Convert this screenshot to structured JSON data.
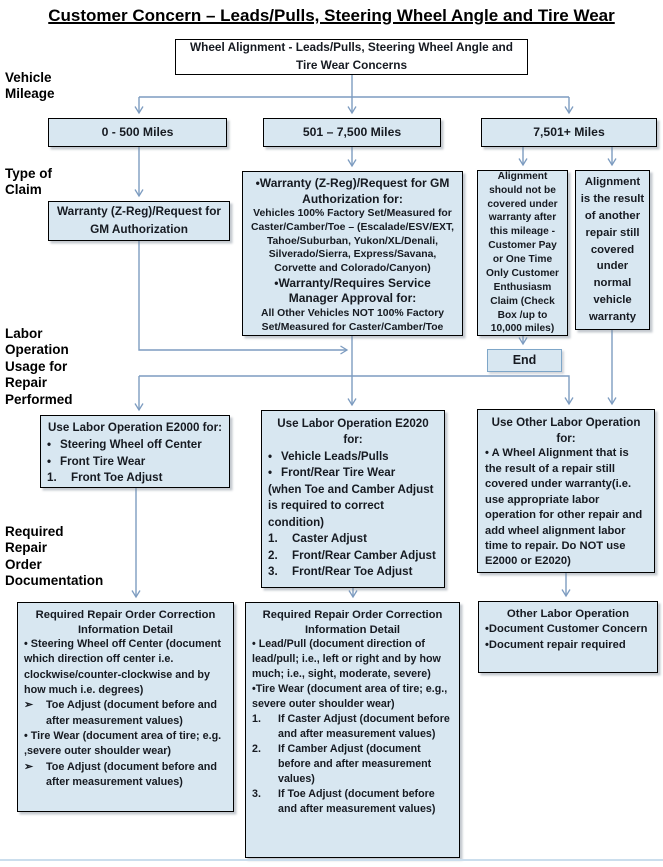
{
  "title": "Customer Concern – Leads/Pulls, Steering Wheel Angle and Tire Wear",
  "colors": {
    "box_fill": "#d8e7f1",
    "connector_line": "#7d9cc0",
    "box_border": "#000000",
    "end_box_border": "#7ea6c8",
    "text": "#161a21"
  },
  "side_labels": {
    "vehicle_mileage": "Vehicle\nMileage",
    "type_of_claim": "Type of\nClaim",
    "labor_operation": "Labor\nOperation\nUsage for\nRepair\nPerformed",
    "required_repair": "Required\nRepair\nOrder\nDocumentation"
  },
  "boxes": {
    "root": "Wheel Alignment - Leads/Pulls, Steering Wheel Angle and Tire Wear Concerns",
    "mileage": [
      "0 - 500 Miles",
      "501 – 7,500 Miles",
      "7,501+ Miles"
    ],
    "claim_left": "Warranty (Z-Reg)/Request for GM Authorization",
    "claim_mid": {
      "h1": "•Warranty (Z-Reg)/Request for GM Authorization for:",
      "p1": "Vehicles 100% Factory Set/Measured for Caster/Camber/Toe – (Escalade/ESV/EXT, Tahoe/Suburban, Yukon/XL/Denali, Silverado/Sierra, Express/Savana, Corvette and Colorado/Canyon)",
      "h2": "•Warranty/Requires Service Manager Approval for:",
      "p2": "All Other Vehicles NOT 100% Factory Set/Measured for Caster/Camber/Toe"
    },
    "claim_right_a": "Alignment should not be covered under warranty after this mileage - Customer Pay or One Time Only Customer Enthusiasm Claim (Check Box /up to 10,000 miles)",
    "claim_right_b": "Alignment is the result of another repair still covered under normal vehicle warranty",
    "end": "End",
    "e2000": {
      "heading": "Use Labor Operation E2000 for:",
      "b1": {
        "m": "•",
        "t": "Steering Wheel off Center"
      },
      "b2": {
        "m": "•",
        "t": "Front Tire Wear"
      },
      "n1": {
        "m": "1.",
        "t": "Front Toe Adjust"
      }
    },
    "e2020": {
      "heading": "Use Labor Operation E2020 for:",
      "b1": {
        "m": "•",
        "t": "Vehicle Leads/Pulls"
      },
      "b2": {
        "m": "•",
        "t": "Front/Rear Tire Wear"
      },
      "p1": "(when Toe and Camber Adjust is required to correct condition)",
      "n1": {
        "m": "1.",
        "t": "Caster Adjust"
      },
      "n2": {
        "m": "2.",
        "t": "Front/Rear Camber Adjust"
      },
      "n3": {
        "m": "3.",
        "t": "Front/Rear Toe Adjust"
      }
    },
    "other_labor": {
      "heading": "Use Other Labor Operation for:",
      "p1": "• A Wheel Alignment that is the result of a repair still covered under warranty(i.e. use appropriate labor operation for other repair and add wheel alignment labor time to repair. Do NOT use E2000 or E2020)"
    },
    "doc_left": {
      "heading": "Required Repair Order Correction Information Detail",
      "p1": "•  Steering Wheel off Center (document which direction off center i.e. clockwise/counter-clockwise and by how much i.e. degrees)",
      "a1": {
        "m": "➢",
        "t": "Toe Adjust (document before and after measurement values)"
      },
      "p2": "• Tire Wear (document area of tire; e.g. ,severe outer shoulder wear)",
      "a2": {
        "m": "➢",
        "t": "Toe Adjust (document before and after measurement values)"
      }
    },
    "doc_mid": {
      "heading": "Required Repair Order Correction Information Detail",
      "p1": "• Lead/Pull (document direction of lead/pull; i.e., left or right and by how much; i.e., sight, moderate, severe)",
      "p2": "•Tire Wear (document area of tire; e.g., severe outer shoulder wear)",
      "n1": {
        "m": "1.",
        "t": "If Caster Adjust (document before and after measurement values)"
      },
      "n2": {
        "m": "2.",
        "t": "If Camber Adjust (document before and after measurement values)"
      },
      "n3": {
        "m": "3.",
        "t": "If Toe Adjust (document before and after measurement values)"
      }
    },
    "doc_right": {
      "heading": "Other Labor Operation",
      "p1": "•Document Customer Concern",
      "p2": "•Document repair required"
    }
  }
}
